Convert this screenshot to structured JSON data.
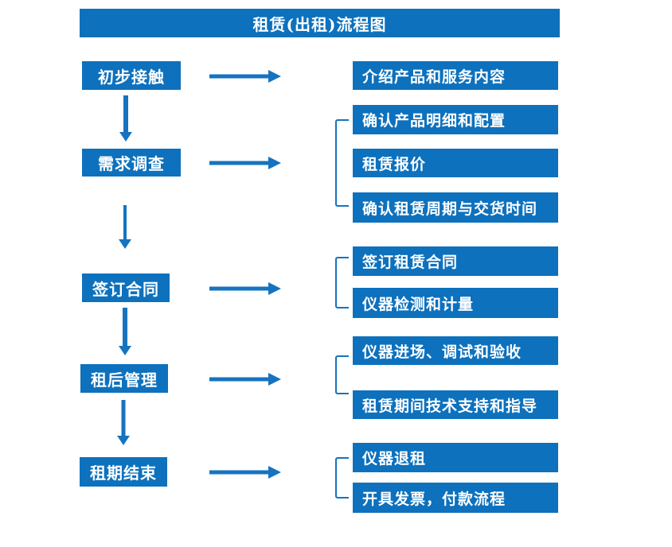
{
  "title": "租赁(出租)流程图",
  "colors": {
    "primary": "#0d71bd",
    "arrow": "#1673c0",
    "text_on_primary": "#ffffff",
    "background": "#ffffff"
  },
  "left_steps": [
    {
      "label": "初步接触"
    },
    {
      "label": "需求调查"
    },
    {
      "label": "签订合同"
    },
    {
      "label": "租后管理"
    },
    {
      "label": "租期结束"
    }
  ],
  "right_boxes": [
    {
      "label": "介绍产品和服务内容",
      "group": 1
    },
    {
      "label": "确认产品明细和配置",
      "group": 2
    },
    {
      "label": "租赁报价",
      "group": 2
    },
    {
      "label": "确认租赁周期与交货时间",
      "group": 2
    },
    {
      "label": "签订租赁合同",
      "group": 3
    },
    {
      "label": "仪器检测和计量",
      "group": 3
    },
    {
      "label": "仪器进场、调试和验收",
      "group": 4
    },
    {
      "label": "租赁期间技术支持和指导",
      "group": 4
    },
    {
      "label": "仪器退租",
      "group": 5
    },
    {
      "label": "开具发票，付款流程",
      "group": 5
    }
  ]
}
